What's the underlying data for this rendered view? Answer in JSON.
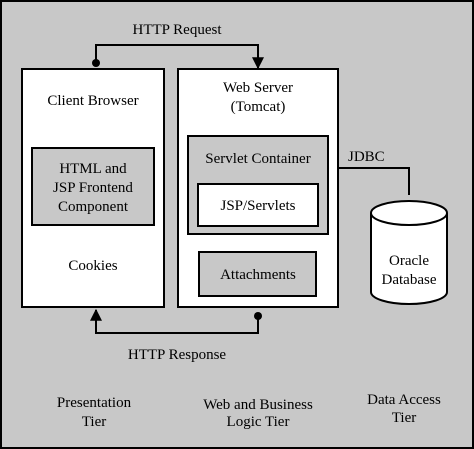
{
  "colors": {
    "background": "#c8c8c8",
    "panel": "#ffffff",
    "inner_box": "#c8c8c8",
    "line": "#000000"
  },
  "flows": {
    "request": "HTTP Request",
    "response": "HTTP Response",
    "jdbc": "JDBC"
  },
  "client": {
    "title": "Client Browser",
    "frontend": [
      "HTML and",
      "JSP Frontend",
      "Component"
    ],
    "cookies": "Cookies"
  },
  "server": {
    "title": [
      "Web Server",
      "(Tomcat)"
    ],
    "container": "Servlet Container",
    "servlets": "JSP/Servlets",
    "attachments": "Attachments"
  },
  "database": [
    "Oracle",
    "Database"
  ],
  "tiers": {
    "presentation": [
      "Presentation",
      "Tier"
    ],
    "web_logic": [
      "Web and Business",
      "Logic Tier"
    ],
    "data_access": [
      "Data Access",
      "Tier"
    ]
  }
}
